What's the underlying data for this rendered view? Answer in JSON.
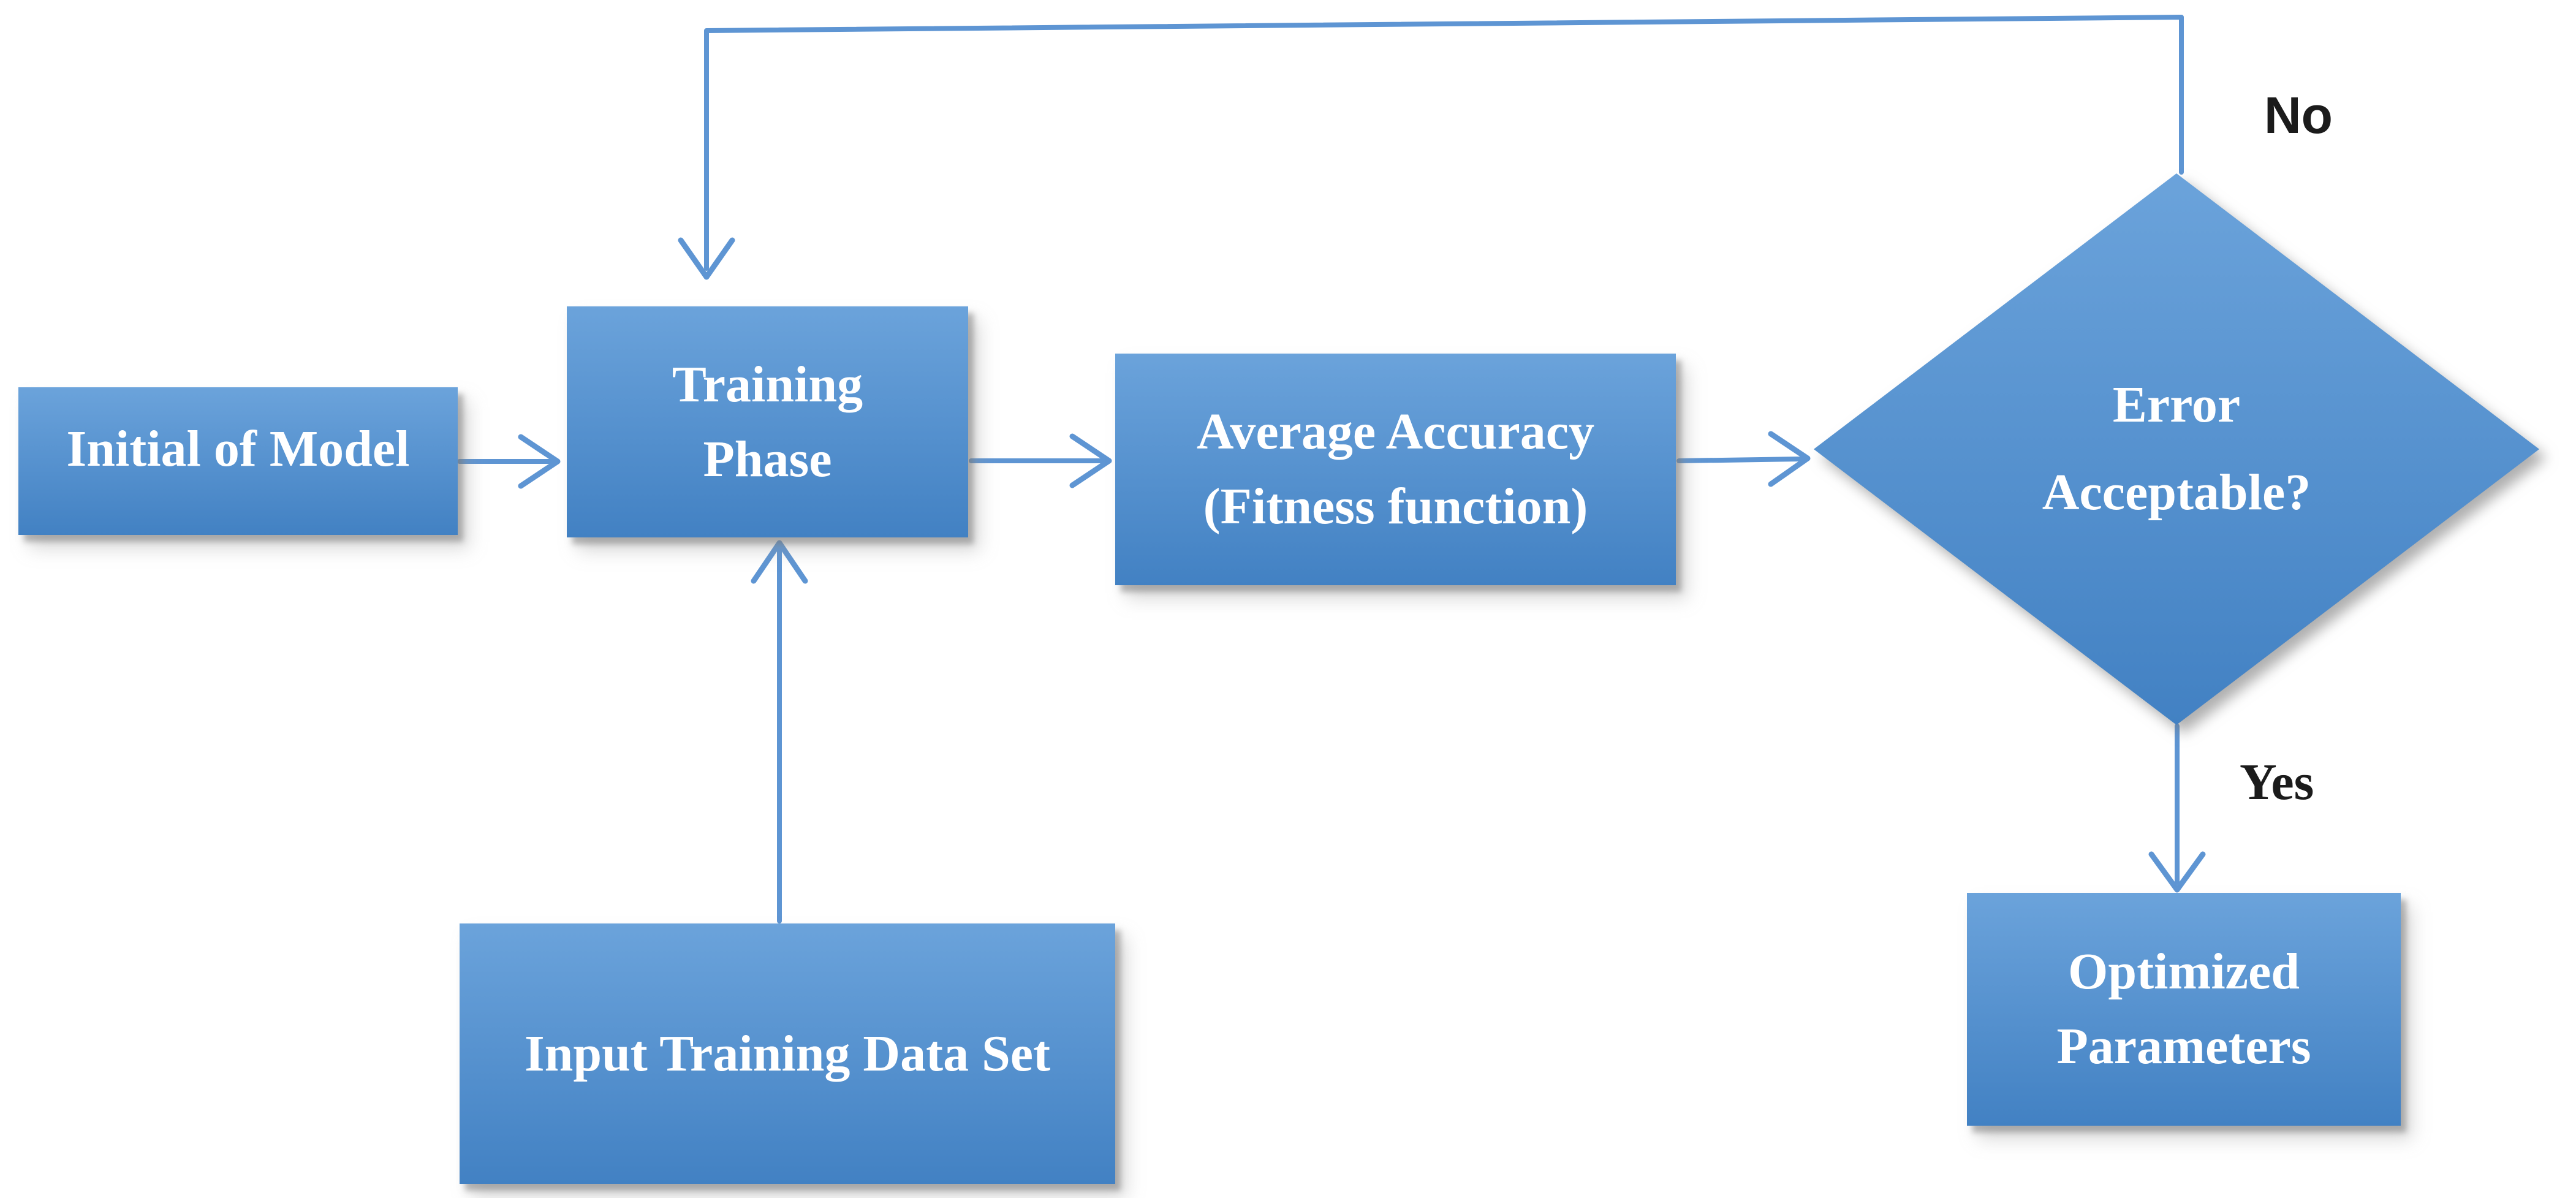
{
  "diagram_type": "flowchart",
  "nodes": {
    "initial": {
      "line1": "Initial of Model"
    },
    "training": {
      "line1": "Training",
      "line2": "Phase"
    },
    "average": {
      "line1": "Average Accuracy",
      "line2": "(Fitness function)"
    },
    "decision": {
      "line1": "Error",
      "line2": "Acceptable?"
    },
    "optimized": {
      "line1": "Optimized",
      "line2": "Parameters"
    },
    "input": {
      "line1": "Input Training Data Set"
    }
  },
  "labels": {
    "no": "No",
    "yes": "Yes"
  },
  "edges": [
    {
      "from": "Initial of Model",
      "to": "Training Phase",
      "label": ""
    },
    {
      "from": "Training Phase",
      "to": "Average Accuracy (Fitness function)",
      "label": ""
    },
    {
      "from": "Average Accuracy (Fitness function)",
      "to": "Error Acceptable?",
      "label": ""
    },
    {
      "from": "Error Acceptable?",
      "to": "Training Phase",
      "label": "No"
    },
    {
      "from": "Error Acceptable?",
      "to": "Optimized Parameters",
      "label": "Yes"
    },
    {
      "from": "Input Training Data Set",
      "to": "Training Phase",
      "label": ""
    }
  ],
  "colors": {
    "background": "#ffffff",
    "node_fill_top": "#6ba3db",
    "node_fill_bottom": "#4281c3",
    "node_text": "#ffffff",
    "connector": "#5e95d3",
    "edge_label": "#1b1b1b"
  }
}
